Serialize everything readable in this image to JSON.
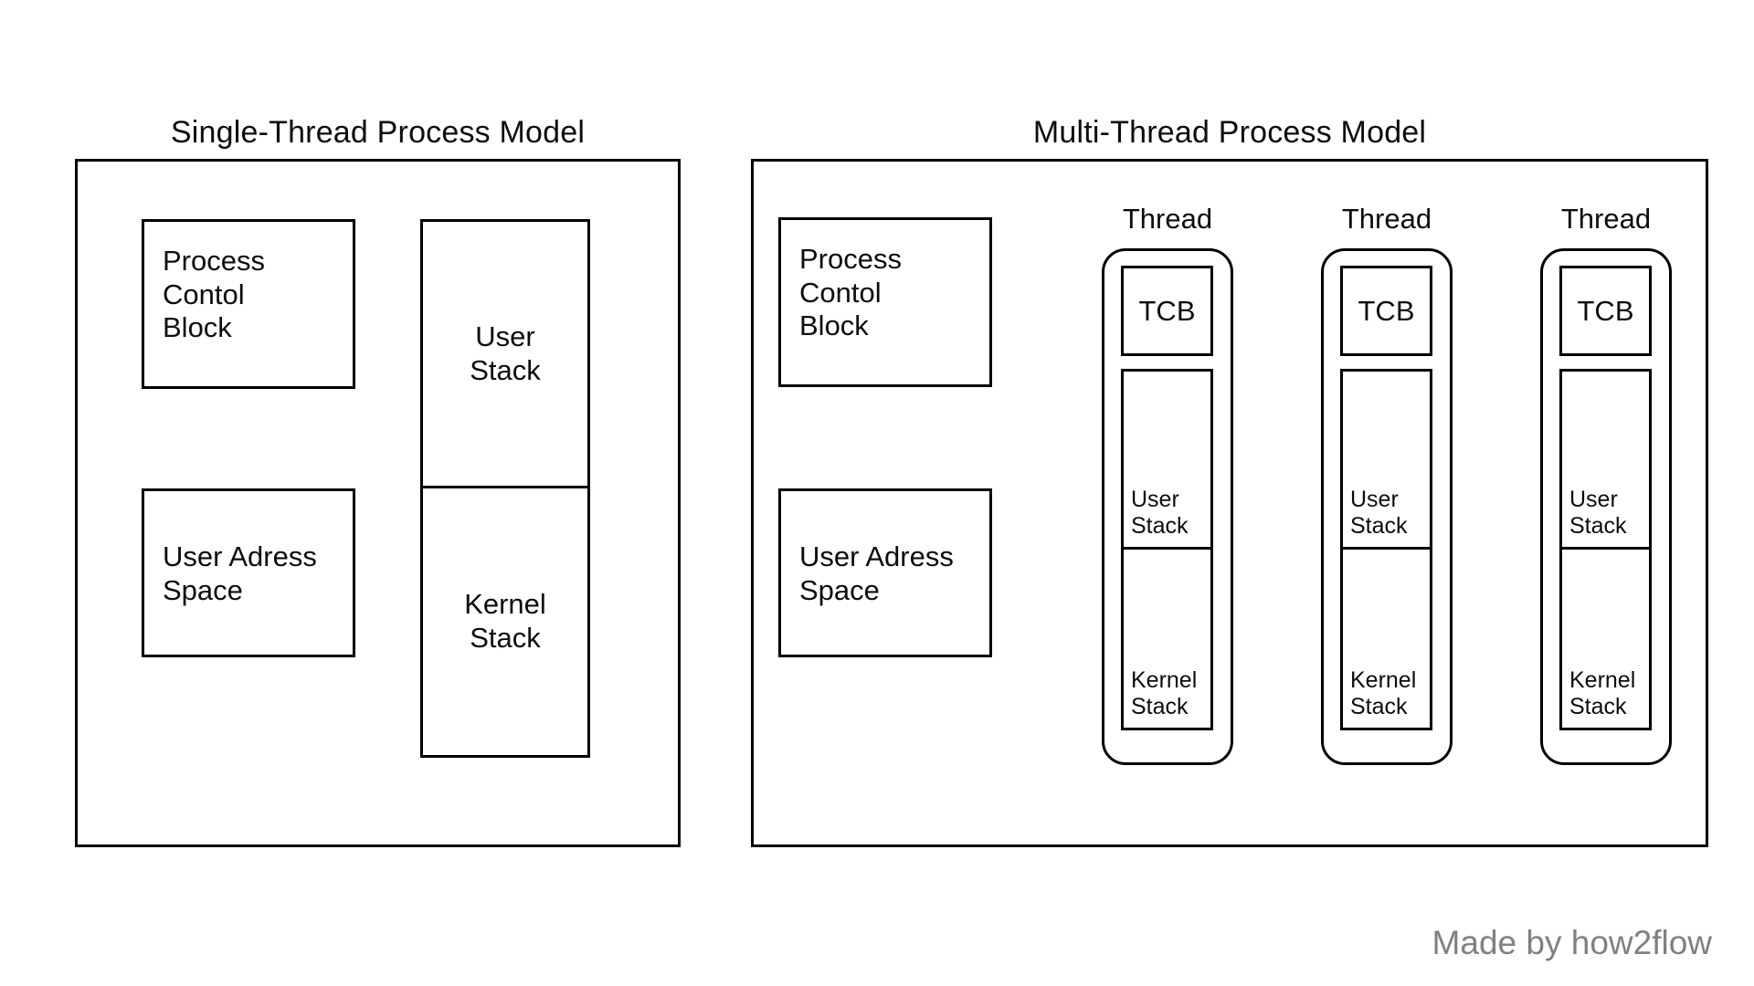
{
  "diagram": {
    "title_left": "Single-Thread Process Model",
    "title_right": "Multi-Thread Process Model",
    "credit": "Made by how2flow",
    "credit_color": "#808080",
    "line_color": "#000000",
    "background_color": "#ffffff"
  },
  "single_thread": {
    "process_control_block": "Process\nContol\nBlock",
    "user_address_space": "User Adress\nSpace",
    "stack_column": {
      "user_stack": "User\nStack",
      "kernel_stack": "Kernel\nStack"
    }
  },
  "multi_thread": {
    "process_control_block": "Process\nContol\nBlock",
    "user_address_space": "User Adress\nSpace",
    "threads": [
      {
        "caption": "Thread",
        "tcb": "TCB",
        "user_stack": "User\nStack",
        "kernel_stack": "Kernel\nStack"
      },
      {
        "caption": "Thread",
        "tcb": "TCB",
        "user_stack": "User\nStack",
        "kernel_stack": "Kernel\nStack"
      },
      {
        "caption": "Thread",
        "tcb": "TCB",
        "user_stack": "User\nStack",
        "kernel_stack": "Kernel\nStack"
      }
    ]
  }
}
